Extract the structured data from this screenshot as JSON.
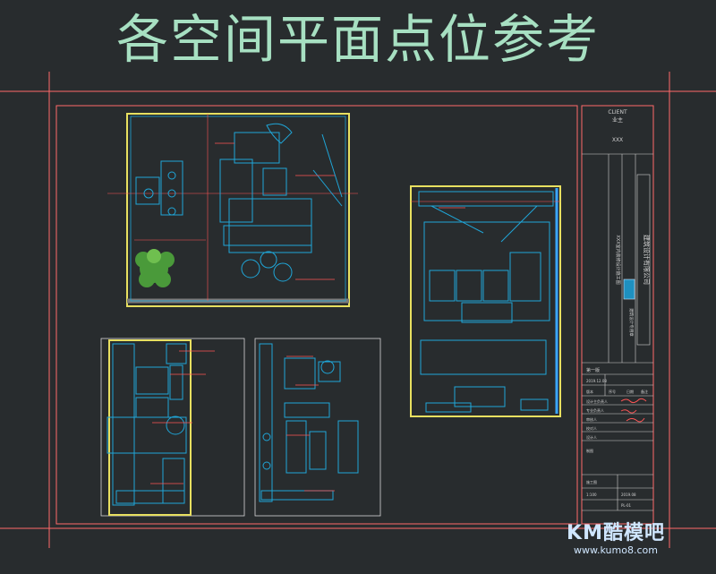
{
  "headline": "各空间平面点位参考",
  "title_block": {
    "client_label": "CLIENT",
    "client_name": "业主",
    "client_value": "XXX",
    "project_name": "XXX室内装修设计施工图",
    "company_vertical": "建筑设计有限公司",
    "stamp_text": "建筑设计专用章",
    "stage": "第一版",
    "date_code": "2019.12.08",
    "rows": [
      "设计主负责人",
      "专业负责人",
      "审核人",
      "校对人",
      "设计人",
      "制图"
    ],
    "drawing_label": "施工图",
    "scale": "1:100",
    "date": "2019.08",
    "sheet_no": "PL-01",
    "version": "版本",
    "serial": "序号",
    "date_h": "日期",
    "remark": "备注"
  },
  "watermark": {
    "brand": "KM酷模吧",
    "url": "www.kumo8.com"
  },
  "colors": {
    "background": "#282c2e",
    "headline": "#a7e0c2",
    "frame": "#ff6a6a",
    "wall": "#e8e060",
    "plan": "#1fa6d8",
    "note": "#ff5555"
  }
}
